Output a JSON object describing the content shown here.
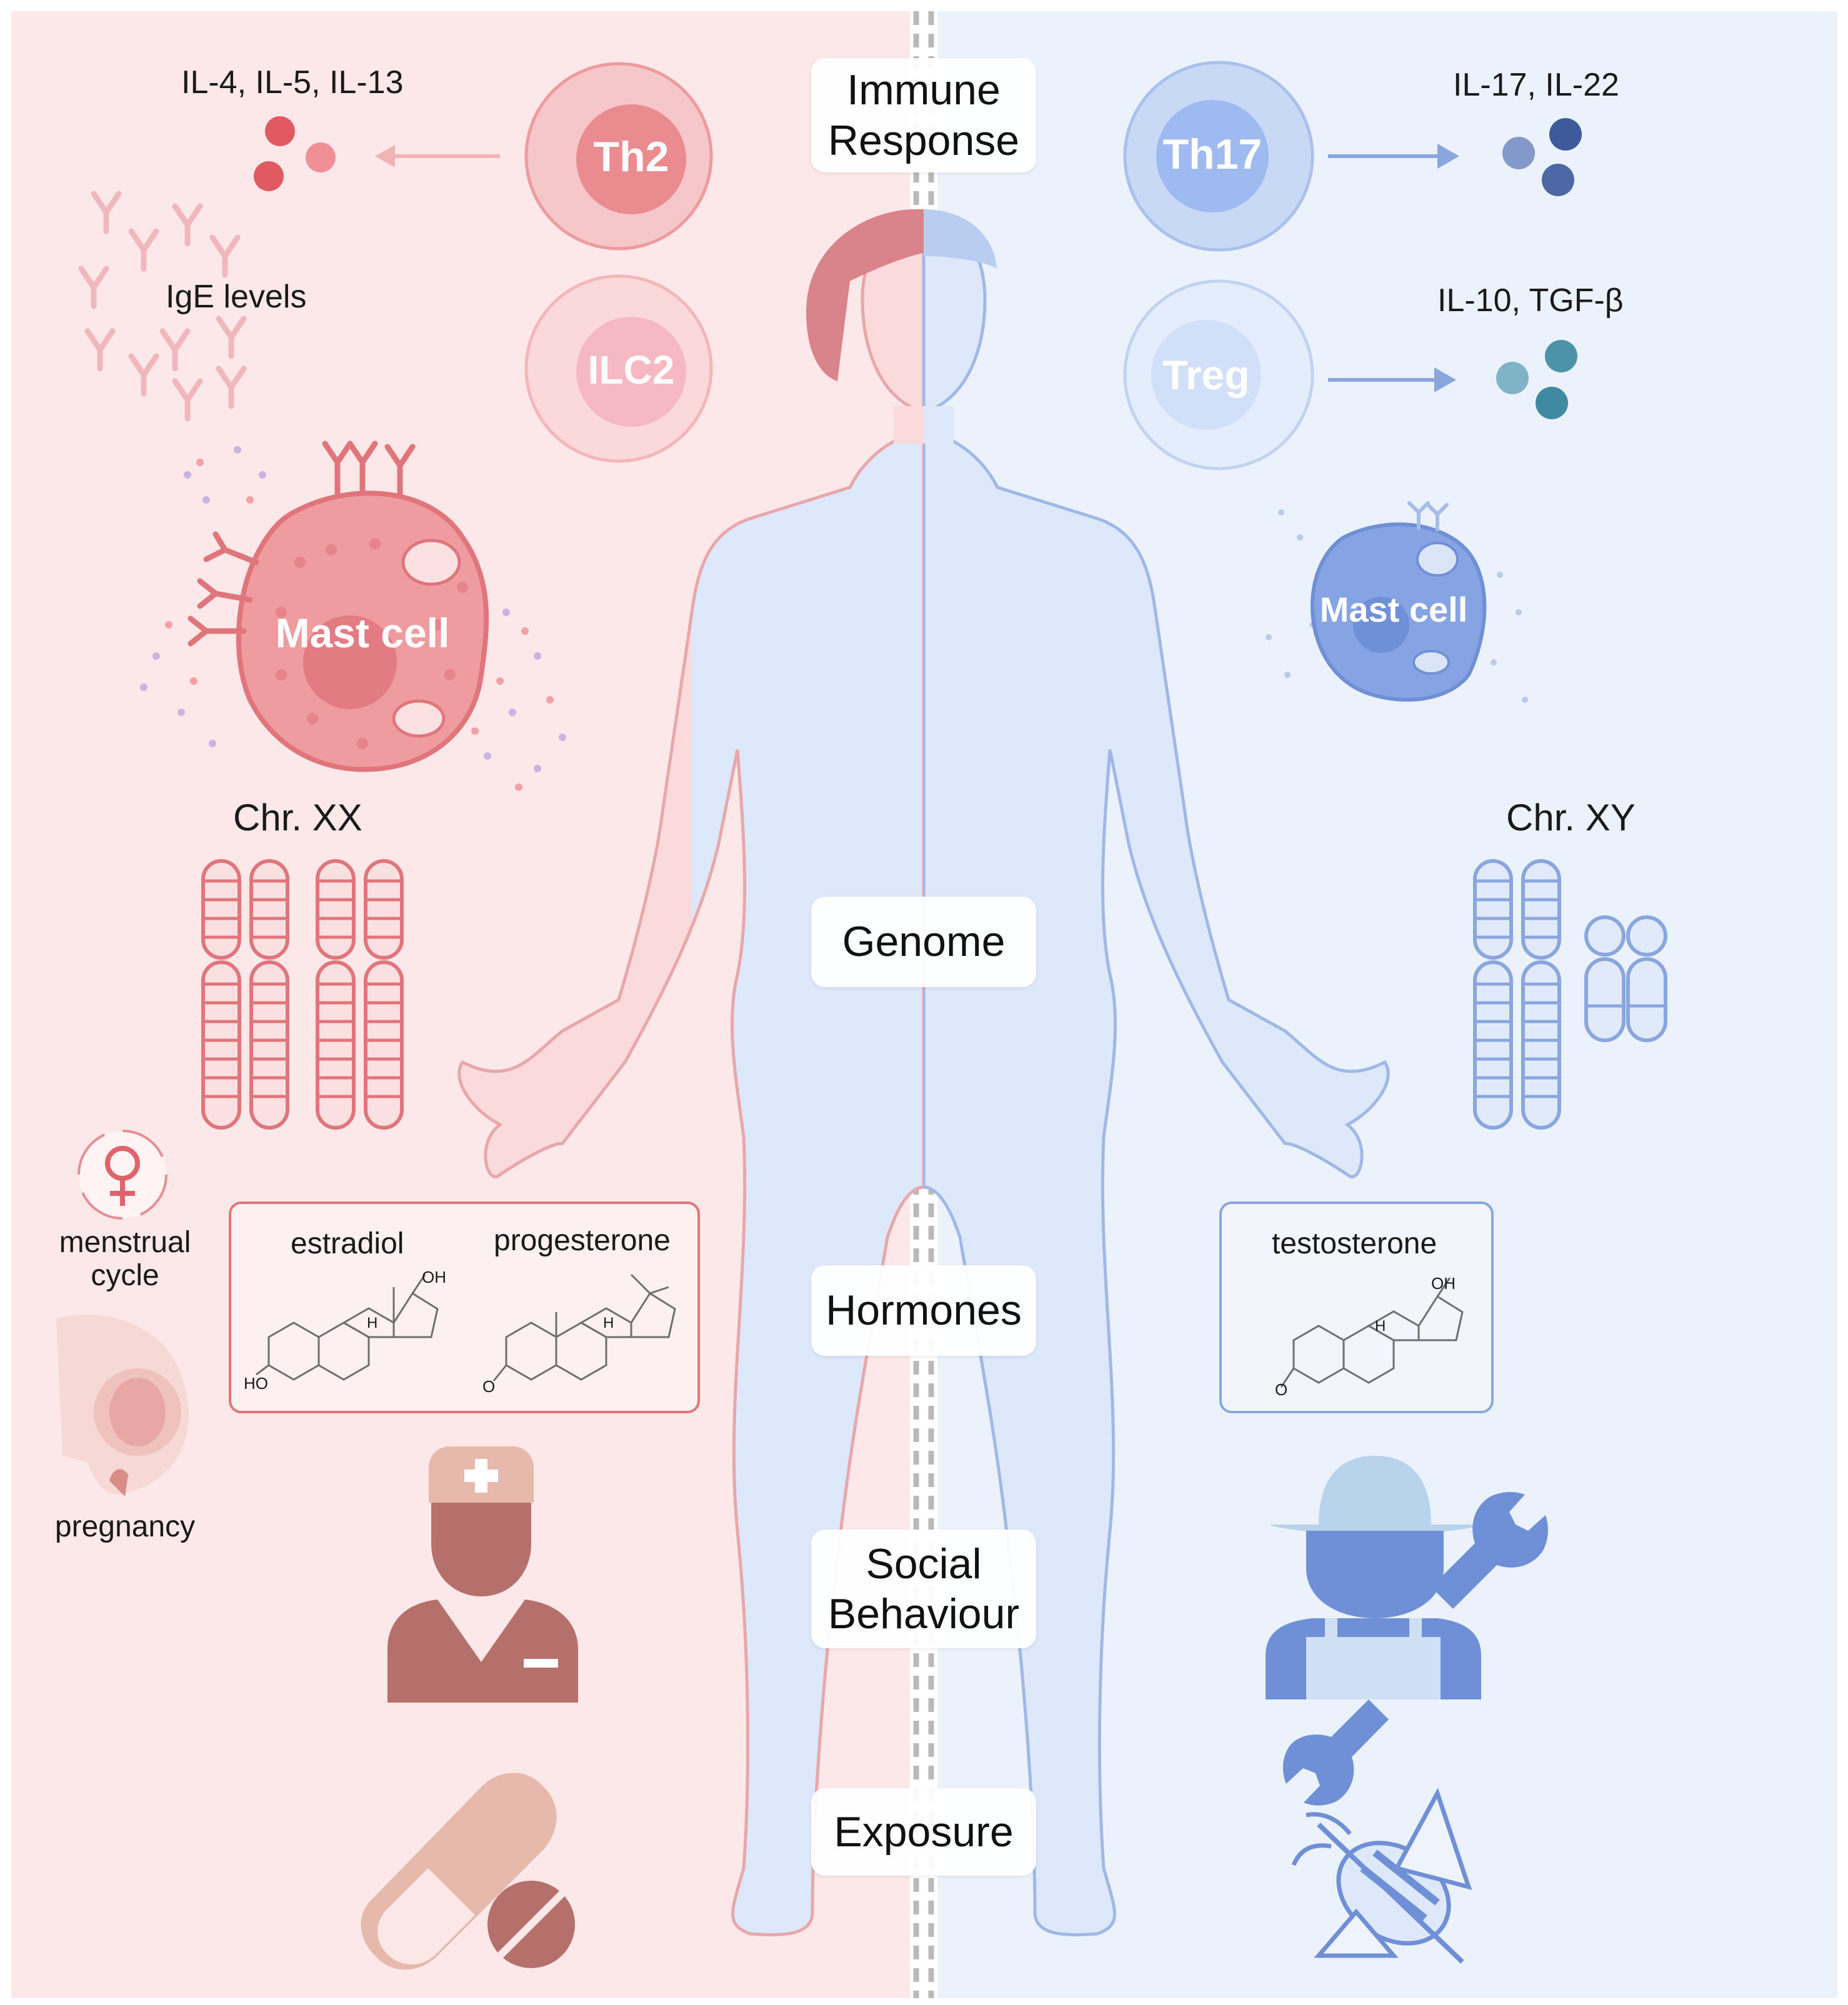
{
  "center_labels": {
    "immune_response": "Immune\nResponse",
    "genome": "Genome",
    "hormones": "Hormones",
    "social_behaviour": "Social\nBehaviour",
    "exposure": "Exposure"
  },
  "female": {
    "cytokines": "IL-4, IL-5, IL-13",
    "cell_th2": "Th2",
    "cell_ilc2": "ILC2",
    "ige": "IgE levels",
    "mast_cell": "Mast cell",
    "chromosomes": "Chr. XX",
    "menstrual": "menstrual\ncycle",
    "pregnancy": "pregnancy",
    "hormone_1": "estradiol",
    "hormone_2": "progesterone",
    "chem_oh": "OH",
    "chem_ho": "HO",
    "chem_o": "O",
    "chem_h": "H"
  },
  "male": {
    "cytokines_1": "IL-17, IL-22",
    "cytokines_2": "IL-10, TGF-β",
    "cell_th17": "Th17",
    "cell_treg": "Treg",
    "mast_cell": "Mast cell",
    "chromosomes": "Chr. XY",
    "hormone": "testosterone",
    "chem_oh": "OH",
    "chem_o": "O",
    "chem_h": "H"
  },
  "colors": {
    "female_bg": "#fce8e8",
    "male_bg": "#ebf2fb",
    "female_accent": "#e3747a",
    "male_accent": "#8aa6df",
    "female_dark": "#b5706b",
    "male_dark": "#6f8fd6"
  },
  "icons": [
    "female-symbol-icon",
    "nurse-icon",
    "pill-capsule-icon",
    "pill-tablet-icon",
    "farmer-icon",
    "wrench-icon",
    "bee-icon"
  ]
}
